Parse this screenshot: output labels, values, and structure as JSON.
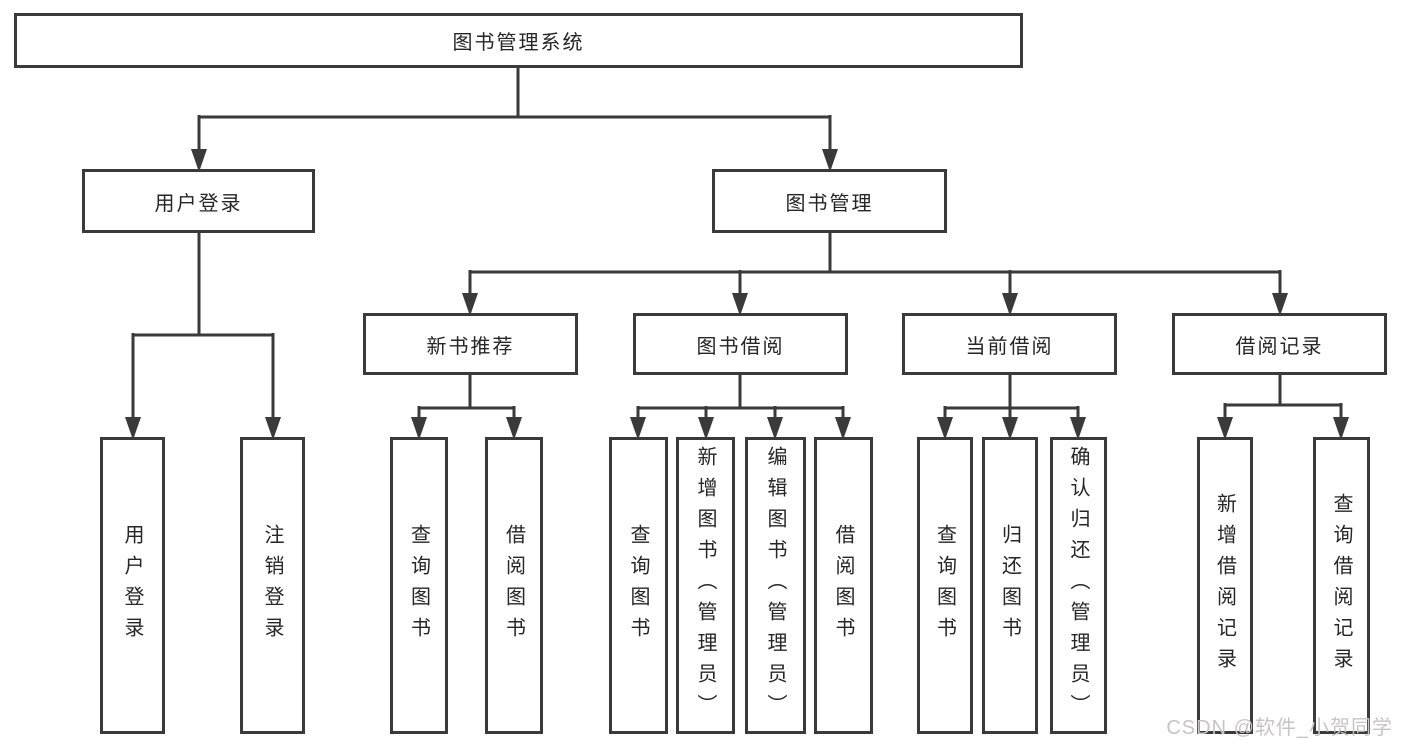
{
  "diagram": {
    "root": {
      "label": "图书管理系统",
      "children": [
        {
          "label": "用户登录",
          "children": [
            {
              "label": "用户登录"
            },
            {
              "label": "注销登录"
            }
          ]
        },
        {
          "label": "图书管理",
          "children": [
            {
              "label": "新书推荐",
              "children": [
                {
                  "label": "查询图书"
                },
                {
                  "label": "借阅图书"
                }
              ]
            },
            {
              "label": "图书借阅",
              "children": [
                {
                  "label": "查询图书"
                },
                {
                  "label": "新增图书（管理员）"
                },
                {
                  "label": "编辑图书（管理员）"
                },
                {
                  "label": "借阅图书"
                }
              ]
            },
            {
              "label": "当前借阅",
              "children": [
                {
                  "label": "查询图书"
                },
                {
                  "label": "归还图书"
                },
                {
                  "label": "确认归还（管理员）"
                }
              ]
            },
            {
              "label": "借阅记录",
              "children": [
                {
                  "label": "新增借阅记录"
                },
                {
                  "label": "查询借阅记录"
                }
              ]
            }
          ]
        }
      ]
    },
    "watermark": "CSDN @软件_小贺同学",
    "colors": {
      "line": "#3a3a3a",
      "text": "#262626",
      "watermark": "#c7c4c4",
      "background": "#ffffff"
    }
  }
}
